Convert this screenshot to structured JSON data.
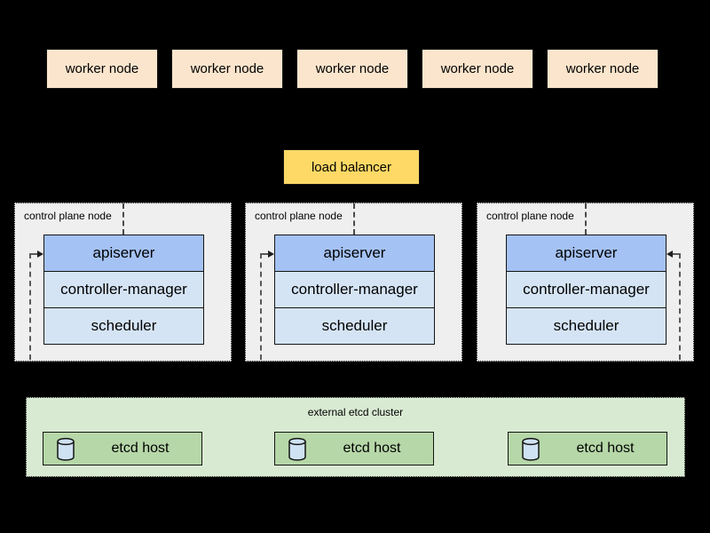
{
  "palette": {
    "background": "#000000",
    "worker_node_fill": "#fce5cd",
    "load_balancer_fill": "#ffd966",
    "control_plane_fill": "#efefef",
    "apiserver_fill": "#a4c2f4",
    "component_fill": "#d5e4f5",
    "etcd_cluster_fill": "#d9ead3",
    "etcd_host_fill": "#b6d7a8",
    "cylinder_fill": "#cfe2f3",
    "border_color": "#141414",
    "connector_color": "#595959"
  },
  "worker_nodes": [
    {
      "label": "worker node"
    },
    {
      "label": "worker node"
    },
    {
      "label": "worker node"
    },
    {
      "label": "worker node"
    },
    {
      "label": "worker node"
    }
  ],
  "load_balancer": {
    "label": "load balancer"
  },
  "control_plane_nodes": [
    {
      "label": "control plane node",
      "arrow_side": "left",
      "components": [
        {
          "label": "apiserver"
        },
        {
          "label": "controller-manager"
        },
        {
          "label": "scheduler"
        }
      ]
    },
    {
      "label": "control plane node",
      "arrow_side": "left",
      "components": [
        {
          "label": "apiserver"
        },
        {
          "label": "controller-manager"
        },
        {
          "label": "scheduler"
        }
      ]
    },
    {
      "label": "control plane node",
      "arrow_side": "right",
      "components": [
        {
          "label": "apiserver"
        },
        {
          "label": "controller-manager"
        },
        {
          "label": "scheduler"
        }
      ]
    }
  ],
  "etcd_cluster": {
    "label": "external etcd cluster",
    "hosts": [
      {
        "label": "etcd host",
        "icon": "database-cylinder-icon"
      },
      {
        "label": "etcd host",
        "icon": "database-cylinder-icon"
      },
      {
        "label": "etcd host",
        "icon": "database-cylinder-icon"
      }
    ]
  }
}
